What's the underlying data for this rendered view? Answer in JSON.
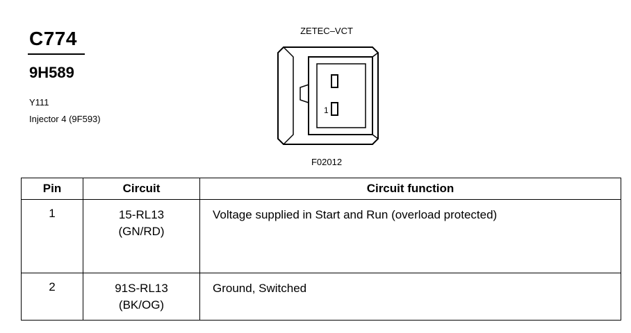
{
  "header": {
    "connector_id": "C774",
    "part_number": "9H589",
    "location_code": "Y111",
    "component": "Injector 4 (9F593)"
  },
  "diagram": {
    "view_label": "ZETEC–VCT",
    "figure_code": "F02012",
    "pin_marker": "1"
  },
  "table": {
    "headers": {
      "pin": "Pin",
      "circuit": "Circuit",
      "function": "Circuit function"
    },
    "rows": [
      {
        "pin": "1",
        "circuit_code": "15-RL13",
        "circuit_color": "(GN/RD)",
        "function": "Voltage supplied in Start and Run (overload protected)"
      },
      {
        "pin": "2",
        "circuit_code": "91S-RL13",
        "circuit_color": "(BK/OG)",
        "function": "Ground, Switched"
      }
    ]
  }
}
